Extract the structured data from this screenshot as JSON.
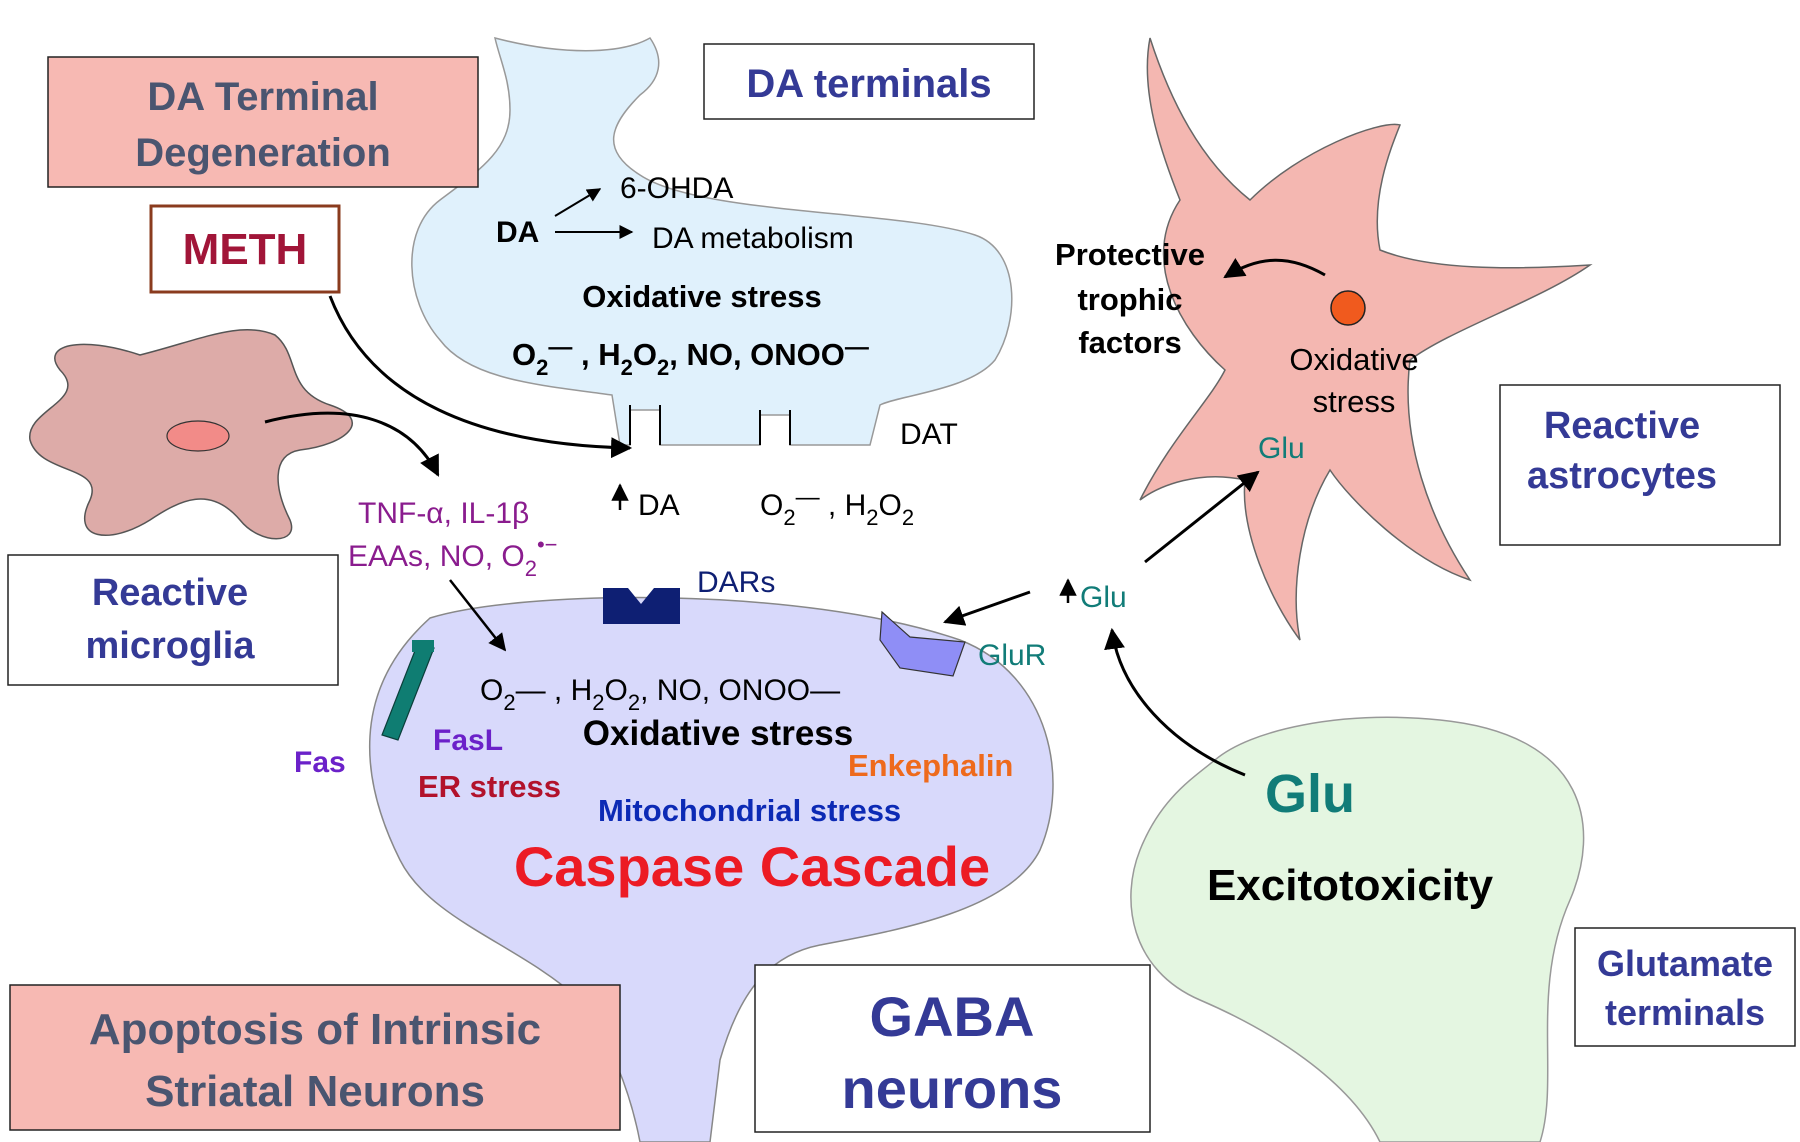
{
  "colors": {
    "da_terminal_fill": "#e0f1fc",
    "gaba_fill": "#d8d9fb",
    "glutamate_fill": "#e4f6e1",
    "cell_fill": "#f4b7b1",
    "salmon_box": "#f7b9b3",
    "navy_text": "#343a96",
    "teal": "#117c78",
    "purple": "#8a1c8e",
    "violet": "#6b21c9",
    "dark_red": "#b2122b",
    "red": "#ec1b24",
    "orange": "#ee6a1c",
    "blue": "#0c2ab5",
    "receptor_navy": "#0e1f73",
    "glur_fill": "#8f8ef6",
    "fas_fill": "#0f7d72",
    "meth_border": "#8a3b1e",
    "meth_text": "#a11538"
  },
  "labels": {
    "da_terminal_degeneration": [
      "DA Terminal",
      "Degeneration"
    ],
    "da_terminals": "DA terminals",
    "meth": "METH",
    "reactive_microglia": [
      "Reactive",
      "microglia"
    ],
    "reactive_astrocytes": [
      "Reactive",
      "astrocytes"
    ],
    "glutamate_terminals": [
      "Glutamate",
      "terminals"
    ],
    "apoptosis": [
      "Apoptosis of Intrinsic",
      "Striatal Neurons"
    ],
    "gaba_neurons": [
      "GABA",
      "neurons"
    ]
  },
  "da_terminal": {
    "ohda": "6-OHDA",
    "da": "DA",
    "metabolism": "DA metabolism",
    "oxidative_stress": "Oxidative stress",
    "species": [
      "O",
      "2",
      "—",
      " , H",
      "2",
      "O",
      "2",
      ", NO, ONOO",
      "—"
    ],
    "dat": "DAT"
  },
  "synapse": {
    "up_da": "DA",
    "ros": [
      "O",
      "2",
      "—",
      " , H",
      "2",
      "O",
      "2"
    ]
  },
  "microglia": {
    "cytokines": [
      "TNF-α, IL-1β"
    ],
    "mediators": [
      "EAAs, NO, O",
      "2",
      "•−"
    ]
  },
  "astrocyte": {
    "protective": [
      "Protective",
      "trophic",
      "factors"
    ],
    "oxidative": [
      "Oxidative",
      "stress"
    ],
    "glu": "Glu"
  },
  "gaba": {
    "dars": "DARs",
    "glur": "GluR",
    "up_glu": "Glu",
    "species": [
      "O",
      "2",
      "— , H",
      "2",
      "O",
      "2",
      ", NO, ONOO",
      "—"
    ],
    "oxidative_stress": "Oxidative stress",
    "fasl": "FasL",
    "fas": "Fas",
    "er_stress": "ER stress",
    "enkephalin": "Enkephalin",
    "mito_stress": "Mitochondrial stress",
    "caspase": "Caspase Cascade"
  },
  "glutamate": {
    "glu": "Glu",
    "excitotoxicity": "Excitotoxicity"
  }
}
